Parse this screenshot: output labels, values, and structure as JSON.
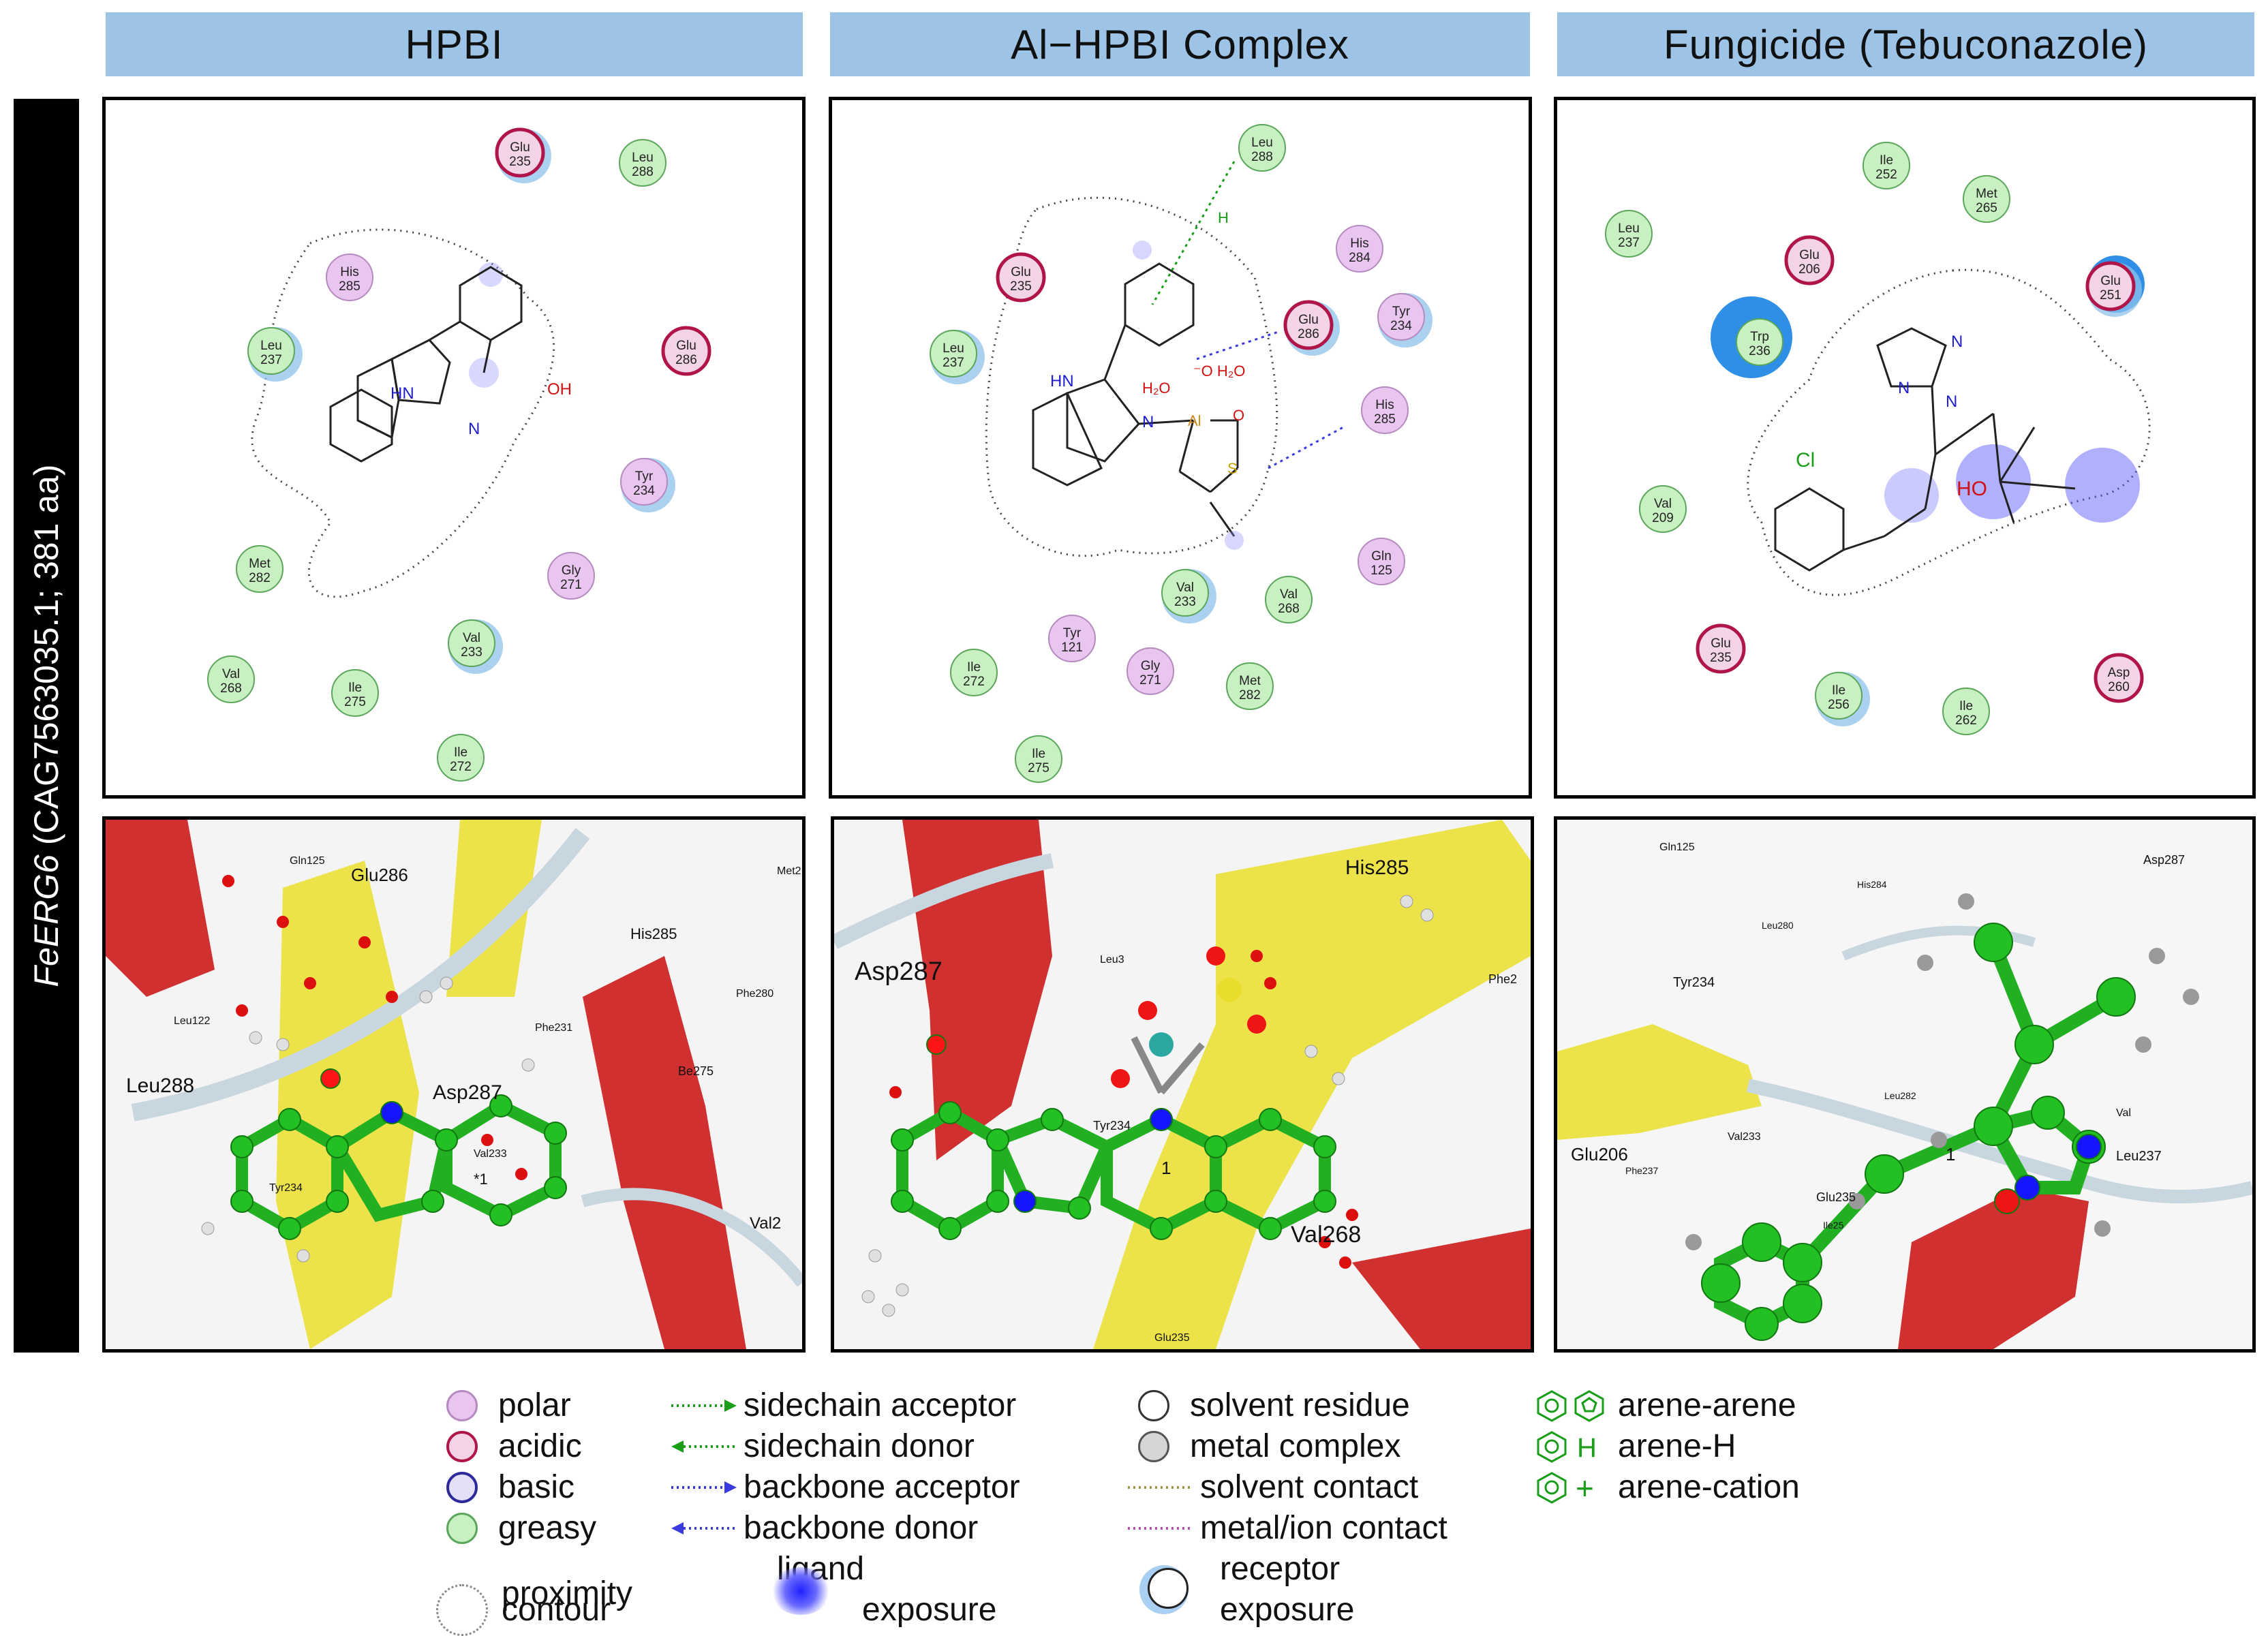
{
  "columns": [
    {
      "title": "HPBI"
    },
    {
      "title": "Al−HPBI Complex"
    },
    {
      "title": "Fungicide (Tebuconazole)"
    }
  ],
  "row_label": {
    "gene": "FeERG6",
    "rest": " (CAG7563035.1; 381 aa)"
  },
  "panels": {
    "hpbi_2d": {
      "residues": [
        {
          "name": "Glu",
          "num": "235",
          "type": "acidic"
        },
        {
          "name": "Leu",
          "num": "288",
          "type": "greasy"
        },
        {
          "name": "His",
          "num": "285",
          "type": "polar"
        },
        {
          "name": "Leu",
          "num": "237",
          "type": "greasy"
        },
        {
          "name": "Glu",
          "num": "286",
          "type": "acidic"
        },
        {
          "name": "Tyr",
          "num": "234",
          "type": "polar"
        },
        {
          "name": "Met",
          "num": "282",
          "type": "greasy"
        },
        {
          "name": "Gly",
          "num": "271",
          "type": "polar"
        },
        {
          "name": "Val",
          "num": "233",
          "type": "greasy"
        },
        {
          "name": "Val",
          "num": "268",
          "type": "greasy"
        },
        {
          "name": "Ile",
          "num": "275",
          "type": "greasy"
        },
        {
          "name": "Ile",
          "num": "272",
          "type": "greasy"
        }
      ],
      "atoms": {
        "nh": "HN",
        "n": "N",
        "oh": "OH"
      }
    },
    "al_2d": {
      "residues": [
        {
          "name": "Leu",
          "num": "288",
          "type": "greasy"
        },
        {
          "name": "Glu",
          "num": "235",
          "type": "acidic"
        },
        {
          "name": "His",
          "num": "284",
          "type": "polar"
        },
        {
          "name": "Tyr",
          "num": "234",
          "type": "polar"
        },
        {
          "name": "Glu",
          "num": "286",
          "type": "acidic"
        },
        {
          "name": "Leu",
          "num": "237",
          "type": "greasy"
        },
        {
          "name": "His",
          "num": "285",
          "type": "polar"
        },
        {
          "name": "Gln",
          "num": "125",
          "type": "polar"
        },
        {
          "name": "Val",
          "num": "233",
          "type": "greasy"
        },
        {
          "name": "Val",
          "num": "268",
          "type": "greasy"
        },
        {
          "name": "Tyr",
          "num": "121",
          "type": "polar"
        },
        {
          "name": "Ile",
          "num": "272",
          "type": "greasy"
        },
        {
          "name": "Gly",
          "num": "271",
          "type": "polar"
        },
        {
          "name": "Met",
          "num": "282",
          "type": "greasy"
        },
        {
          "name": "Ile",
          "num": "275",
          "type": "greasy"
        }
      ],
      "atoms": {
        "hn": "HN",
        "n": "N",
        "al": "Al",
        "h2o_a": "H₂O",
        "oh2o": "⁻O H₂O",
        "o": "O",
        "s": "S",
        "h": "H"
      }
    },
    "teb_2d": {
      "residues": [
        {
          "name": "Ile",
          "num": "252",
          "type": "greasy"
        },
        {
          "name": "Leu",
          "num": "237",
          "type": "greasy"
        },
        {
          "name": "Met",
          "num": "265",
          "type": "greasy"
        },
        {
          "name": "Glu",
          "num": "206",
          "type": "acidic"
        },
        {
          "name": "Glu",
          "num": "251",
          "type": "acidic"
        },
        {
          "name": "Trp",
          "num": "236",
          "type": "greasy"
        },
        {
          "name": "Val",
          "num": "209",
          "type": "greasy"
        },
        {
          "name": "Glu",
          "num": "235",
          "type": "acidic"
        },
        {
          "name": "Asp",
          "num": "260",
          "type": "acidic"
        },
        {
          "name": "Ile",
          "num": "256",
          "type": "greasy"
        },
        {
          "name": "Ile",
          "num": "262",
          "type": "greasy"
        }
      ],
      "atoms": {
        "n1": "N",
        "n2": "N",
        "n3": "N",
        "cl": "Cl",
        "ho": "HO"
      }
    },
    "hpbi_3d": {
      "labels": {
        "l1": "Glu286",
        "l2": "His285",
        "l3": "Leu288",
        "l4": "Asp287",
        "l5": "Leu122",
        "l6": "Phe231",
        "l7": "Be275",
        "l8": "Val2",
        "l9": "Phe280",
        "l10": "Gln125",
        "l11": "Met2",
        "l12": "Tyr234",
        "l13": "Val233",
        "l14": "*1"
      }
    },
    "al_3d": {
      "labels": {
        "l1": "His285",
        "l2": "Asp287",
        "l3": "Val268",
        "l4": "Tyr234",
        "l5": "1",
        "l6": "Leu3",
        "l7": "Glu235",
        "l8": "Phe2"
      }
    },
    "teb_3d": {
      "labels": {
        "l1": "Gln125",
        "l2": "Asp287",
        "l3": "Tyr234",
        "l4": "Glu206",
        "l5": "Val233",
        "l6": "Glu235",
        "l7": "Leu237",
        "l8": "1",
        "l9": "Leu280",
        "l10": "His284",
        "l11": "Leu282",
        "l12": "Phe237",
        "l13": "Val",
        "l14": "Ile25"
      }
    }
  },
  "legend": {
    "col1": [
      {
        "label": "polar",
        "type": "polar"
      },
      {
        "label": "acidic",
        "type": "acidic"
      },
      {
        "label": "basic",
        "type": "basic"
      },
      {
        "label": "greasy",
        "type": "greasy"
      },
      {
        "label": "proximity",
        "type": "proximity"
      },
      {
        "label": "contour",
        "type": "none"
      }
    ],
    "col2": [
      {
        "label": "sidechain acceptor"
      },
      {
        "label": "sidechain donor"
      },
      {
        "label": "backbone acceptor"
      },
      {
        "label": "backbone donor"
      },
      {
        "label": "ligand"
      },
      {
        "label": "exposure"
      }
    ],
    "col3": [
      {
        "label": "solvent residue"
      },
      {
        "label": "metal complex"
      },
      {
        "label": "solvent contact"
      },
      {
        "label": "metal/ion contact"
      },
      {
        "label": "receptor"
      },
      {
        "label": "exposure"
      }
    ],
    "col4": [
      {
        "label": "arene-arene",
        "symbol_text": ""
      },
      {
        "label": "arene-H",
        "symbol_text": "H"
      },
      {
        "label": "arene-cation",
        "symbol_text": "+"
      }
    ]
  },
  "colors": {
    "header_bg": "#9dc3e6",
    "polar_fill": "#e8c6f0",
    "polar_stroke": "#b68ac0",
    "acidic_fill": "#f3d3e6",
    "acidic_stroke": "#b0154a",
    "basic_fill": "#e3e0f7",
    "basic_stroke": "#2e2a9c",
    "greasy_fill": "#c9f0c2",
    "greasy_stroke": "#5aa65a",
    "exposure": "#8fc1ec",
    "ligand_exposure": "#3333ff",
    "sidechain": "#1a9e1a",
    "backbone": "#3a3adf",
    "solvent_contact": "#9a9a3a",
    "metal_contact": "#b050b0"
  }
}
